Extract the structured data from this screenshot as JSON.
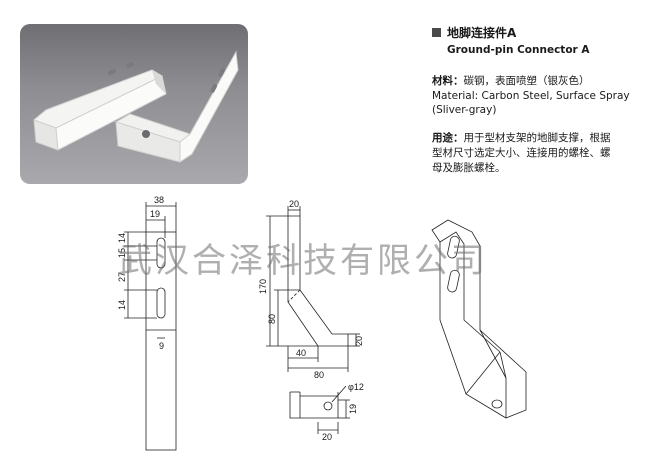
{
  "title": {
    "cn": "地脚连接件A",
    "en": "Ground-pin Connector A"
  },
  "material": {
    "label": "材料：",
    "cn": "碳钢，表面喷塑（银灰色）",
    "en_line1": "Material: Carbon Steel, Surface Spray",
    "en_line2": "(Sliver-gray)"
  },
  "usage": {
    "label": "用途：",
    "line1": "用于型材支架的地脚支撑，根据",
    "line2": "型材尺寸选定大小、连接用的螺栓、螺",
    "line3": "母及膨胀螺栓。"
  },
  "dims": {
    "front_width": "38",
    "front_inner": "19",
    "front_v1": "14",
    "front_v2": "15",
    "front_v3": "27",
    "front_v4": "14",
    "front_slot": "9",
    "side_top": "20",
    "side_height": "170",
    "side_lower": "80",
    "side_bottom_h": "20",
    "side_base_inner": "40",
    "side_base_total": "80",
    "foot_hole": "φ12",
    "foot_h": "19",
    "foot_w": "20"
  },
  "watermark": "武汉合泽科技有限公司",
  "colors": {
    "photo_bg": "#8e8e92",
    "title_square": "#4a4a4a",
    "watermark": "#6e6e6e"
  }
}
